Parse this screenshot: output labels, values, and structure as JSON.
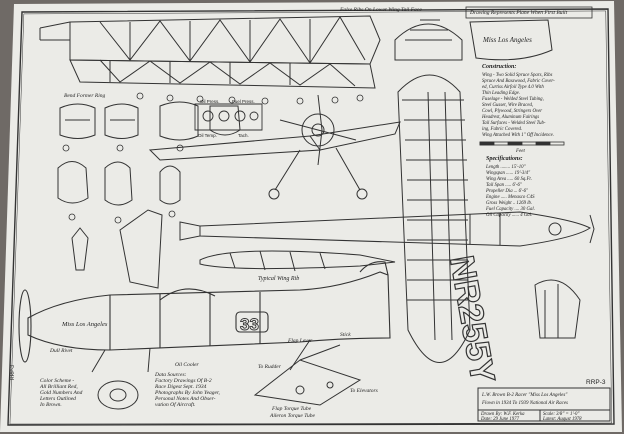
{
  "header": {
    "wing_top_note": "False Ribs On Lower Wing Tail Face",
    "sheet_note": "Drawing Represents Plane When First Built",
    "wing_rib_label": "Typical Wing Rib",
    "fuselage_ring_label": "Bend Former Ring"
  },
  "cockpit_labels": {
    "oil_press": "Oil Press.",
    "fuel_press": "Fuel Press.",
    "oil_temp": "Oil Temp.",
    "tach": "Tach."
  },
  "construction": {
    "title": "Construction:",
    "lines": [
      "Wing - Two Solid Spruce Spars, Ribs",
      "Spruce And Basswood, Fabric Cover-",
      "ed, Curtiss Airfoil Type 4.0 With",
      "Thin Leading Edge.",
      "Fuselage - Welded Steel Tubing,",
      "Steel Gusset, Wire Braced,",
      "Cowl, Plywood, Stringers Over",
      "Headrest, Aluminum Fairings",
      "Tail Surfaces - Welded Steel Tub-",
      "ing, Fabric Covered.",
      "Wing Attached With 1\" Off Incidence."
    ],
    "scale_label": "Feet"
  },
  "specs": {
    "title": "Specifications:",
    "rows": [
      "Length ........ 15'-10\"",
      "Wingspan ...... 19'-3/4\"",
      "Wing Area ..... 60 Sq.Ft.",
      "Tail Span ..... 6'-6\"",
      "Propeller Dia ... 6'-6\"",
      "Engine ..... Menasco C4S",
      "Gross Weight .. 1269 lb.",
      "Fuel Capacity .... 30 Gal.",
      "Oil Capacity ...... 4 Gal."
    ]
  },
  "fuselage_script": "Miss Los Angeles",
  "tail_script": "Miss Los Angeles",
  "race_number": "33",
  "registration": "NR255Y",
  "callouts": {
    "dull_rivet": "Dull Rivet",
    "oil_cooler": "Oil Cooler",
    "to_rudder": "To Rudder",
    "flap_lever": "Flap Lever",
    "stick": "Stick",
    "to_elevators": "To Elevators",
    "flap_torque": "Flap Torque Tube",
    "aileron_torque": "Aileron Torque Tube"
  },
  "color_scheme": {
    "lines": [
      "Color Scheme -",
      "All Brilliant Red,",
      "Gold Numbers And",
      "Letters Outlined",
      "In Brown."
    ]
  },
  "data_sources": {
    "lines": [
      "Data Sources:",
      "Factory Drawings Of B-2",
      "Race Digest Sept. 1934",
      "Photographs By John Yeager,",
      "Personal Notes And Obser-",
      "vation Of Aircraft."
    ]
  },
  "title_block": {
    "drawing_id": "RRP-3",
    "title_line1": "L.W. Brown B-2 Racer \"Miss Los Angeles\"",
    "title_line2": "Flown in 1934 To 1939 National Air Races",
    "drawn_by": "Drawn By: W.F. Kerka",
    "scale": "Scale: 3/8\" = 1'-0\"",
    "date": "Date: 29 June 1977",
    "latest": "Latest: August 1978"
  },
  "side_margin": "RRP-3",
  "colors": {
    "paper": "#eeeeea",
    "ink": "#222222",
    "background": "#6f6a66"
  }
}
